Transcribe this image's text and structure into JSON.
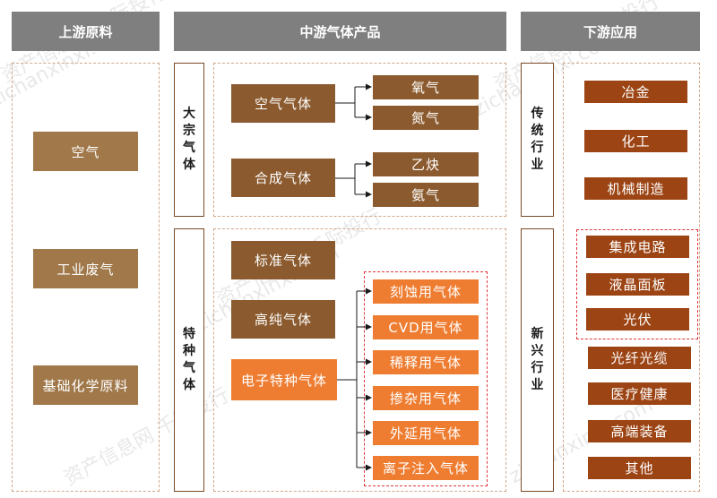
{
  "headers": {
    "upstream": "上游原料",
    "midstream": "中游气体产品",
    "downstream": "下游应用"
  },
  "upstream_items": [
    "空气",
    "工业废气",
    "基础化学原料"
  ],
  "bulk": {
    "label": [
      "大",
      "宗",
      "气",
      "体"
    ],
    "air_gas": "空气气体",
    "air_gas_children": [
      "氧气",
      "氮气"
    ],
    "synthetic_gas": "合成气体",
    "synthetic_gas_children": [
      "乙炔",
      "氨气"
    ]
  },
  "special": {
    "label": [
      "特",
      "种",
      "气",
      "体"
    ],
    "standard_gas": "标准气体",
    "high_purity_gas": "高纯气体",
    "electronic_gas": "电子特种气体",
    "electronic_children": [
      "刻蚀用气体",
      "CVD用气体",
      "稀释用气体",
      "掺杂用气体",
      "外延用气体",
      "离子注入气体"
    ]
  },
  "traditional": {
    "label": [
      "传",
      "统",
      "行",
      "业"
    ],
    "items": [
      "冶金",
      "化工",
      "机械制造"
    ]
  },
  "emerging": {
    "label": [
      "新",
      "兴",
      "行",
      "业"
    ],
    "highlighted": [
      "集成电路",
      "液晶面板",
      "光伏"
    ],
    "items": [
      "光纤光缆",
      "医疗健康",
      "高端装备",
      "其他"
    ]
  },
  "watermarks": [
    "资产信息网 千际投行",
    "zichanxinxi.com"
  ],
  "colors": {
    "header_gray": "#7f7f7f",
    "tan": "#a0784a",
    "brown": "#8b5a2e",
    "rust": "#9c4414",
    "orange": "#ee7d31",
    "red_dash": "#e0343c",
    "dashed_border": "#d2a889"
  }
}
